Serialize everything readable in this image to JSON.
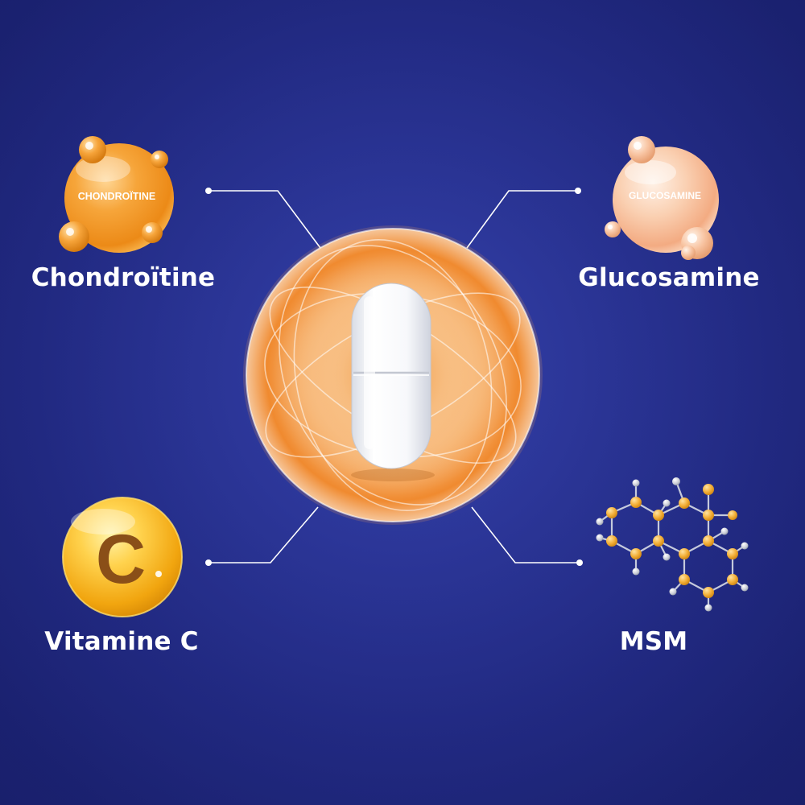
{
  "ingredients": {
    "chondroitine": {
      "label": "Chondroïtine",
      "badge": "CHONDROÏTINE",
      "icon": "molecule-sphere-icon",
      "color": "#f29a2b"
    },
    "glucosamine": {
      "label": "Glucosamine",
      "badge": "GLUCOSAMINE",
      "icon": "molecule-sphere-icon",
      "color": "#f6b98c"
    },
    "vitamin_c": {
      "label": "Vitamine C",
      "badge": "C",
      "icon": "vitamin-c-icon",
      "color": "#f2b21a"
    },
    "msm": {
      "label": "MSM",
      "icon": "molecular-structure-icon",
      "color": "#f3b33d"
    }
  },
  "center": {
    "icon": "capsule-icon",
    "glow_color": "#f08a2a"
  },
  "colors": {
    "background": "#2a3497",
    "connector": "#ffffff",
    "label_text": "#ffffff"
  }
}
